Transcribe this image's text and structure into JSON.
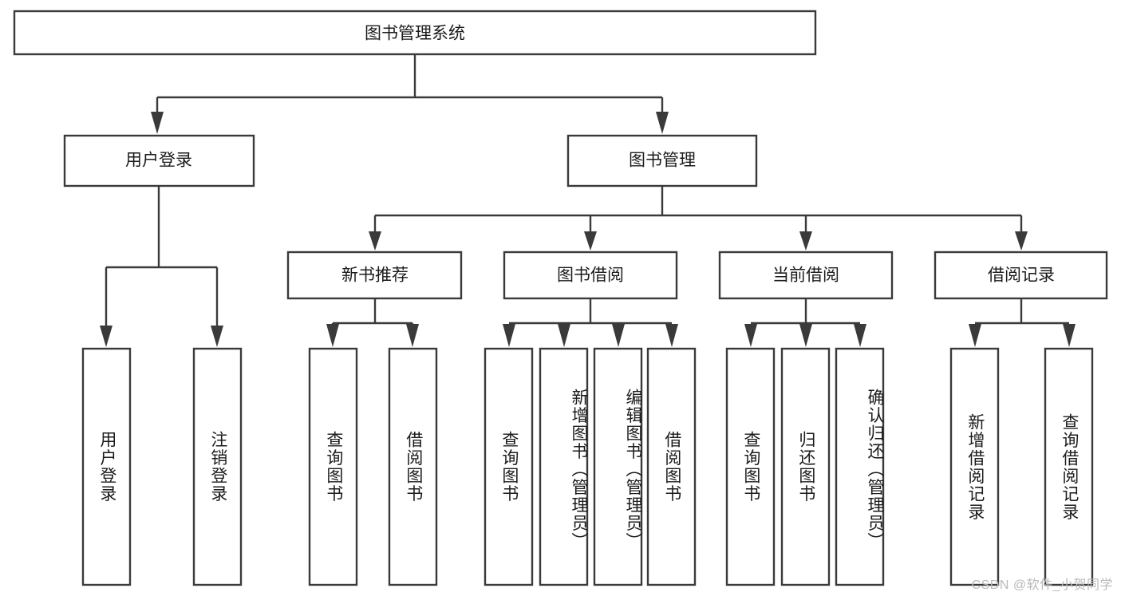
{
  "diagram": {
    "title": "图书管理系统",
    "type": "tree",
    "watermark": "CSDN @软件_小贺同学",
    "colors": {
      "box_stroke": "#3a3a3a",
      "box_fill": "#ffffff",
      "text": "#1b1b1b",
      "background": "#ffffff",
      "watermark": "#b9b9b9"
    },
    "root": {
      "label": "图书管理系统"
    },
    "level2": [
      {
        "label": "用户登录"
      },
      {
        "label": "图书管理"
      }
    ],
    "level3": [
      {
        "label": "新书推荐"
      },
      {
        "label": "图书借阅"
      },
      {
        "label": "当前借阅"
      },
      {
        "label": "借阅记录"
      }
    ],
    "leaves": {
      "user_login": [
        {
          "label": "用户登录"
        },
        {
          "label": "注销登录"
        }
      ],
      "new_books": [
        {
          "label": "查询图书"
        },
        {
          "label": "借阅图书"
        }
      ],
      "book_borrow": [
        {
          "label": "查询图书"
        },
        {
          "label": "新增图书（管理员）"
        },
        {
          "label": "编辑图书（管理员）"
        },
        {
          "label": "借阅图书"
        }
      ],
      "current_borrow": [
        {
          "label": "查询图书"
        },
        {
          "label": "归还图书"
        },
        {
          "label": "确认归还（管理员）"
        }
      ],
      "borrow_records": [
        {
          "label": "新增借阅记录"
        },
        {
          "label": "查询借阅记录"
        }
      ]
    }
  }
}
